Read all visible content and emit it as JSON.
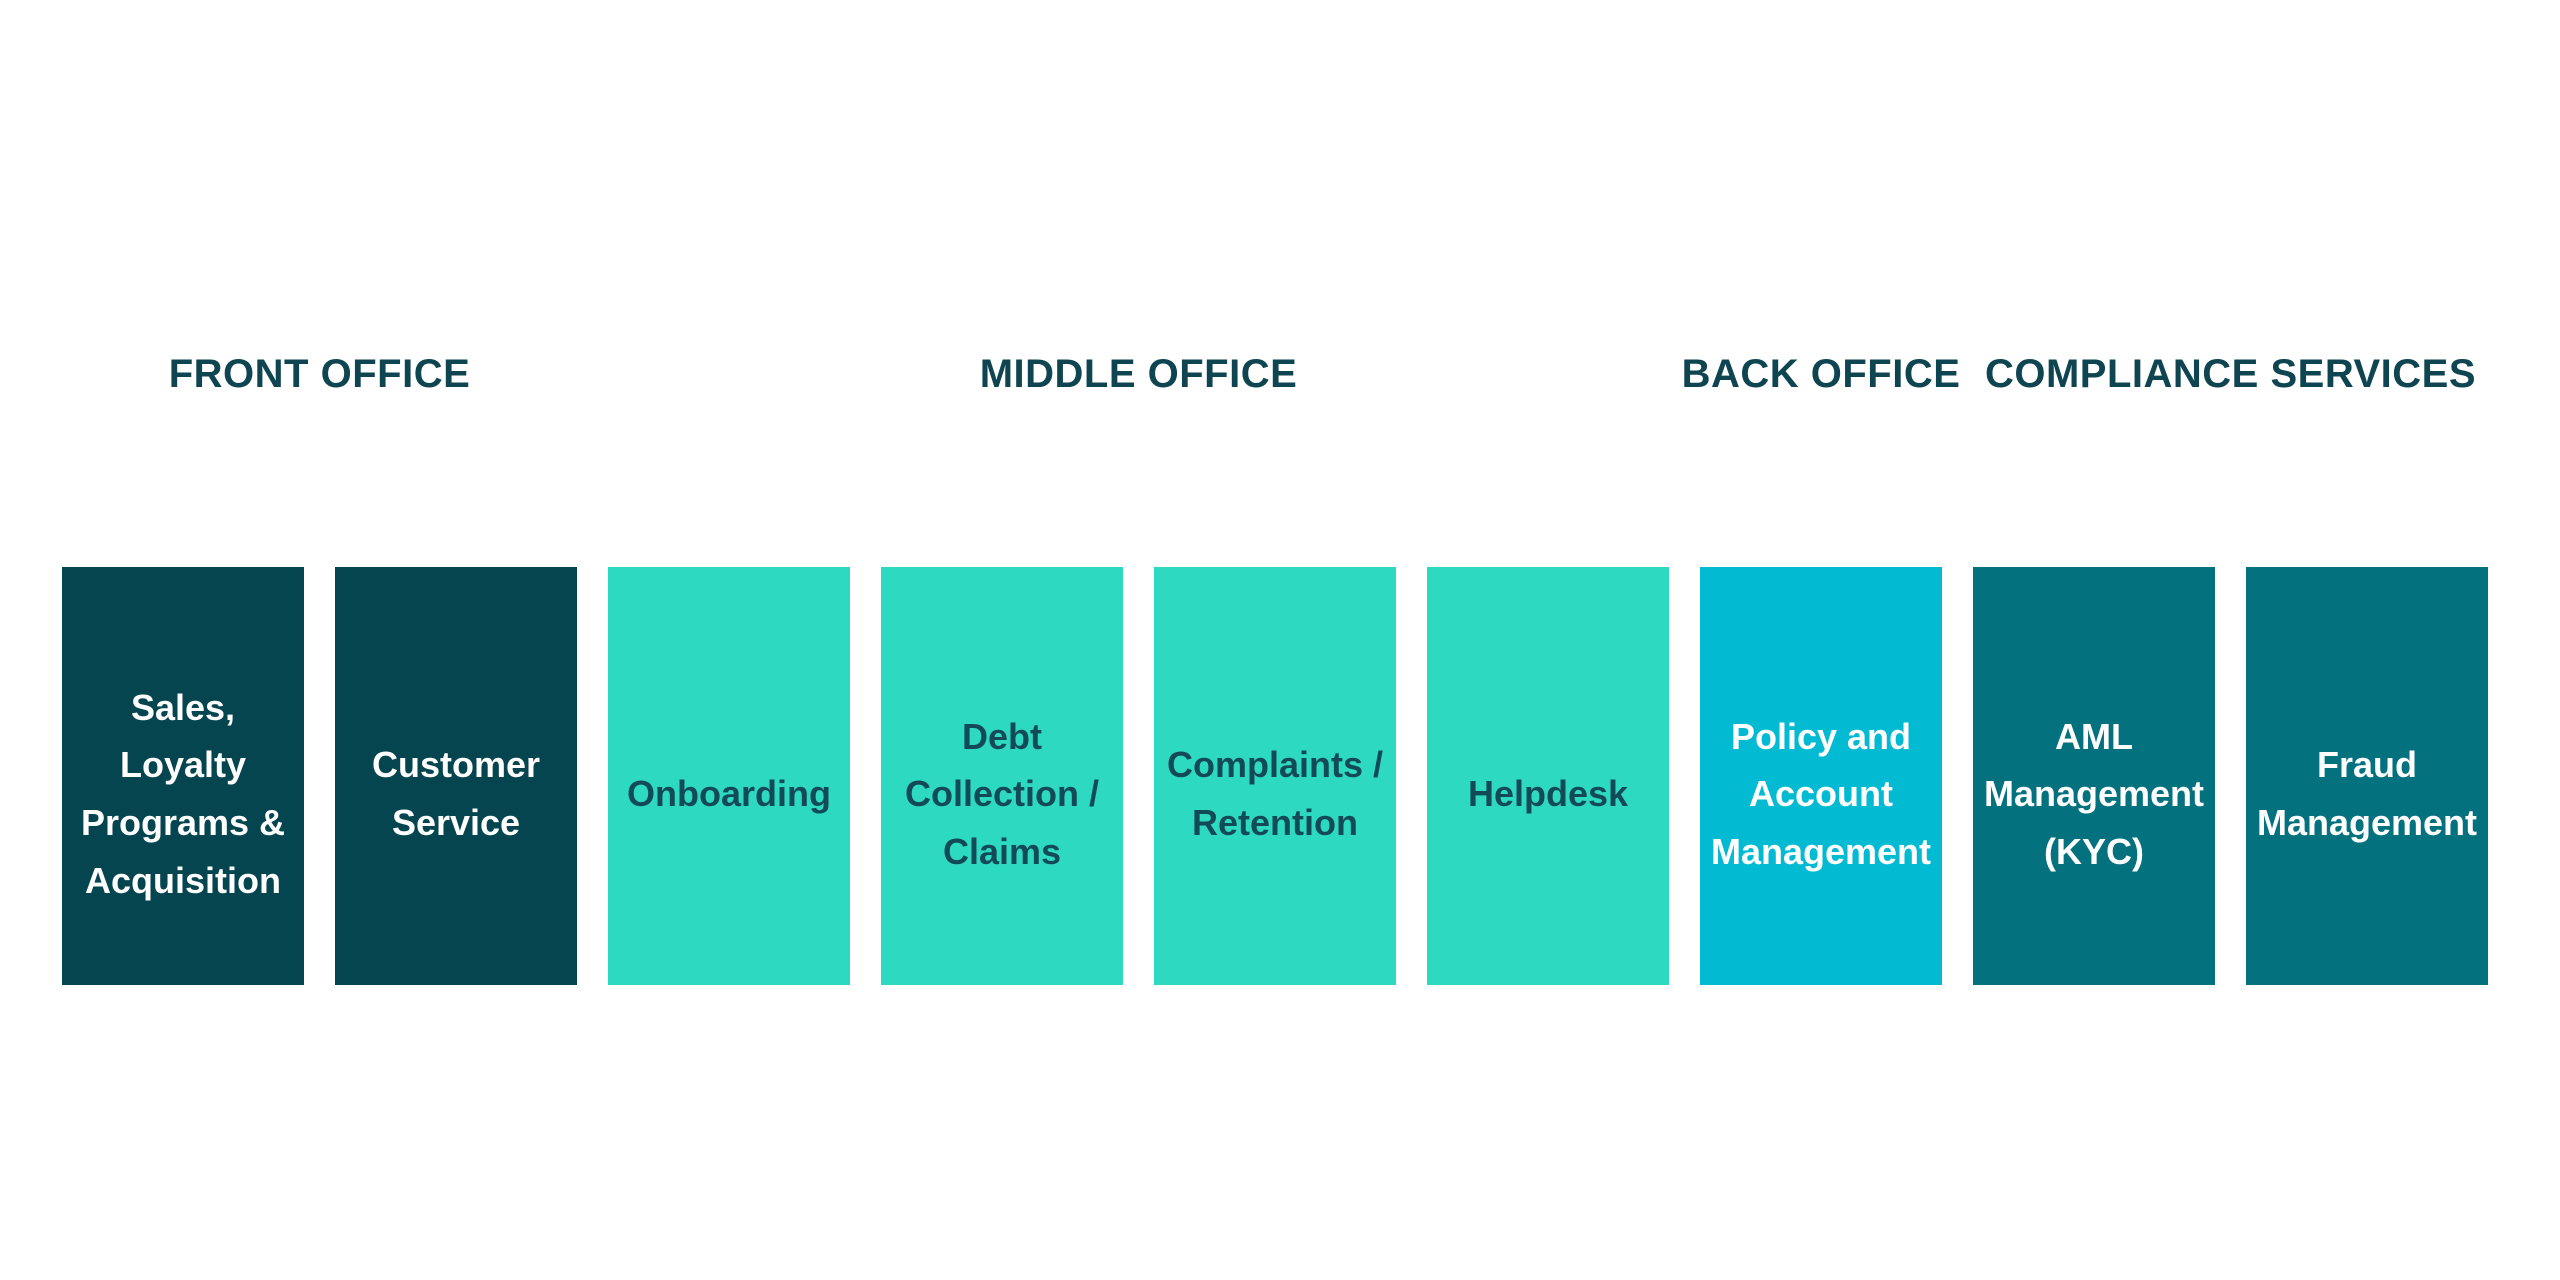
{
  "colors": {
    "background": "#ffffff",
    "header_text": "#0e4551",
    "card_dark": "#04454f",
    "card_turquoise": "#2ed9c2",
    "card_cyan": "#02bbd2",
    "card_teal": "#04717e",
    "text_on_dark": "#ffffff",
    "text_on_turquoise": "#124b57"
  },
  "groups": [
    {
      "header": "FRONT OFFICE",
      "cards": [
        {
          "label": [
            "Sales,",
            "Loyalty",
            "Programs &",
            "Acquisition"
          ],
          "variant": "dark"
        },
        {
          "label": [
            "Customer",
            "Service"
          ],
          "variant": "dark"
        }
      ]
    },
    {
      "header": "MIDDLE OFFICE",
      "cards": [
        {
          "label": [
            "Onboarding"
          ],
          "variant": "turquoise"
        },
        {
          "label": [
            "Debt",
            "Collection /",
            "Claims"
          ],
          "variant": "turquoise"
        },
        {
          "label": [
            "Complaints /",
            "Retention"
          ],
          "variant": "turquoise"
        },
        {
          "label": [
            "Helpdesk"
          ],
          "variant": "turquoise"
        }
      ]
    },
    {
      "header": "BACK OFFICE",
      "cards": [
        {
          "label": [
            "Policy and",
            "Account",
            "Management"
          ],
          "variant": "cyan"
        }
      ]
    },
    {
      "header": "COMPLIANCE SERVICES",
      "cards": [
        {
          "label": [
            "AML",
            "Management",
            "(KYC)"
          ],
          "variant": "teal"
        },
        {
          "label": [
            "Fraud",
            "Management"
          ],
          "variant": "teal"
        }
      ]
    }
  ]
}
